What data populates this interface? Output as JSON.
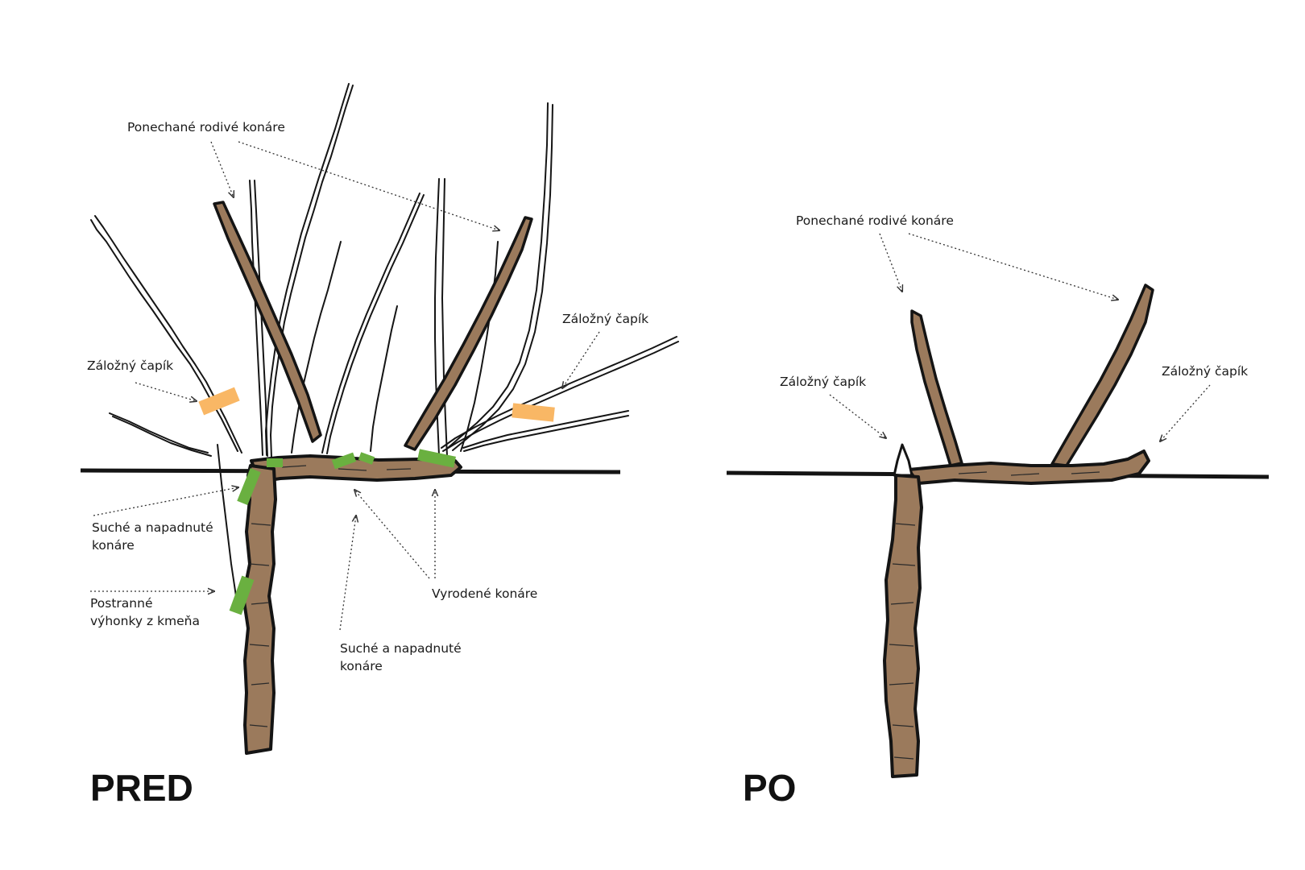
{
  "colors": {
    "wood": "#9b7a5c",
    "outline": "#141414",
    "cut_green": "#6ab040",
    "backup_orange": "#f9b765",
    "background": "#ffffff"
  },
  "before": {
    "title": "PRED",
    "label_kept_branches": "Ponechané rodivé konáre",
    "label_backup_spur_left": "Záložný čapík",
    "label_backup_spur_right": "Záložný čapík",
    "label_dry_branches_1_line1": "Suché a napadnuté",
    "label_dry_branches_1_line2": "konáre",
    "label_side_shoots_line1": "Postranné",
    "label_side_shoots_line2": "výhonky z kmeňa",
    "label_dry_branches_2_line1": "Suché a napadnuté",
    "label_dry_branches_2_line2": "konáre",
    "label_spent_branches": "Vyrodené konáre"
  },
  "after": {
    "title": "PO",
    "label_kept_branches": "Ponechané rodivé konáre",
    "label_backup_spur_left": "Záložný čapík",
    "label_backup_spur_right": "Záložný čapík"
  }
}
